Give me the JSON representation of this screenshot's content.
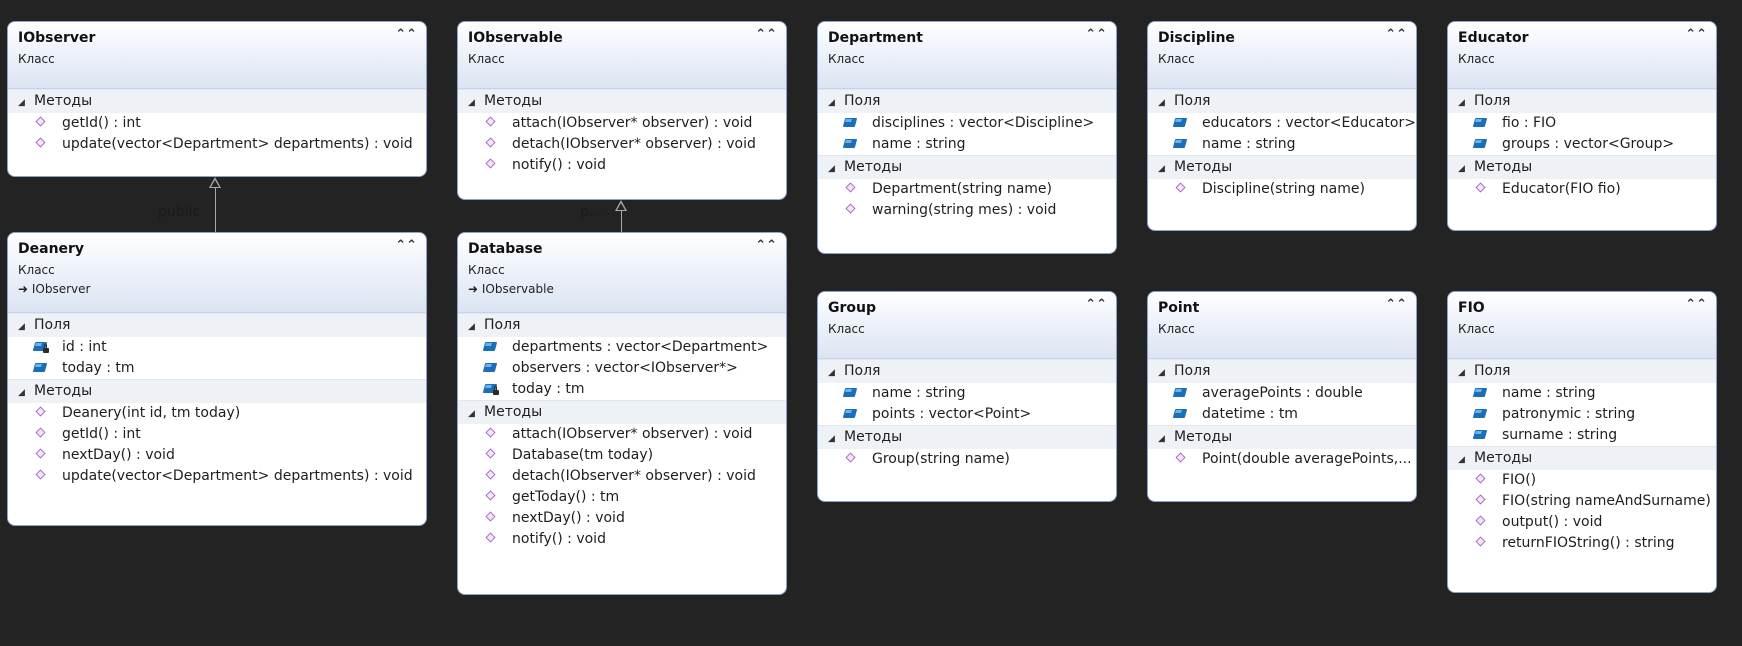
{
  "labels": {
    "kind": "Класс",
    "fields_section": "Поля",
    "methods_section": "Методы",
    "collapse_glyph": "⌃⌃"
  },
  "relations": {
    "deanery_iobserver": "public",
    "database_iobservable": "p..."
  },
  "classes": {
    "iobserver": {
      "name": "IObserver",
      "methods": [
        "getId() : int",
        "update(vector<Department> departments) : void"
      ]
    },
    "iobservable": {
      "name": "IObservable",
      "methods": [
        "attach(IObserver* observer) : void",
        "detach(IObserver* observer) : void",
        "notify() : void"
      ]
    },
    "department": {
      "name": "Department",
      "fields": [
        "disciplines : vector<Discipline>",
        "name : string"
      ],
      "methods": [
        "Department(string name)",
        "warning(string mes) : void"
      ]
    },
    "discipline": {
      "name": "Discipline",
      "fields": [
        "educators : vector<Educator>",
        "name : string"
      ],
      "methods": [
        "Discipline(string name)"
      ]
    },
    "educator": {
      "name": "Educator",
      "fields": [
        "fio : FIO",
        "groups : vector<Group>"
      ],
      "methods": [
        "Educator(FIO fio)"
      ]
    },
    "deanery": {
      "name": "Deanery",
      "base": "IObserver",
      "fields": [
        "id : int",
        "today : tm"
      ],
      "methods": [
        "Deanery(int id, tm today)",
        "getId() : int",
        "nextDay() : void",
        "update(vector<Department> departments) : void"
      ]
    },
    "database": {
      "name": "Database",
      "base": "IObservable",
      "fields": [
        "departments : vector<Department>",
        "observers : vector<IObserver*>",
        "today : tm"
      ],
      "methods": [
        "attach(IObserver* observer) : void",
        "Database(tm today)",
        "detach(IObserver* observer) : void",
        "getToday() : tm",
        "nextDay() : void",
        "notify() : void"
      ]
    },
    "group": {
      "name": "Group",
      "fields": [
        "name : string",
        "points : vector<Point>"
      ],
      "methods": [
        "Group(string name)"
      ]
    },
    "point": {
      "name": "Point",
      "fields": [
        "averagePoints : double",
        "datetime : tm"
      ],
      "methods": [
        "Point(double  averagePoints,..."
      ]
    },
    "fio": {
      "name": "FIO",
      "fields": [
        "name : string",
        "patronymic : string",
        "surname : string"
      ],
      "methods": [
        "FIO()",
        "FIO(string nameAndSurname)",
        "output() : void",
        "returnFIOString() : string"
      ]
    }
  }
}
